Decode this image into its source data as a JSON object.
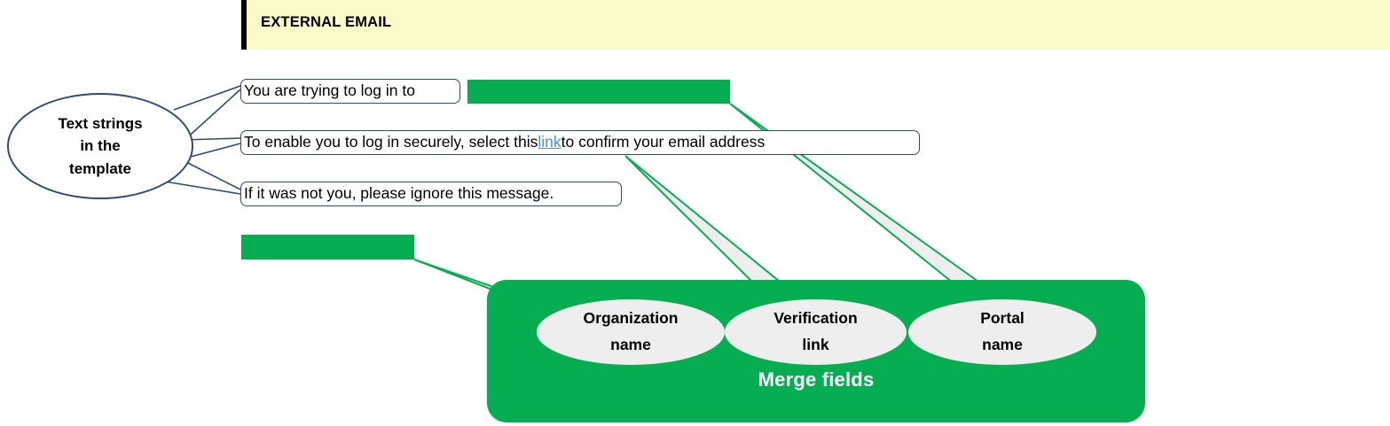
{
  "banner": {
    "label": "EXTERNAL EMAIL",
    "background_color": "#FBFBC8",
    "accent_color": "#000000"
  },
  "annotation_labels": {
    "text_strings": "Text strings\nin the\ntemplate",
    "text_strings_line1": "Text strings",
    "text_strings_line2": "in the",
    "text_strings_line3": "template"
  },
  "template_lines": [
    {
      "id": "line-1",
      "before_link": "You are trying to log in to",
      "link_text": "",
      "after_link": "",
      "merge_placeholder": "portal-name-merge-bar"
    },
    {
      "id": "line-2",
      "before_link": "To enable you to log in securely, select this ",
      "link_text": "link",
      "after_link": " to confirm your email address",
      "merge_placeholder": ""
    },
    {
      "id": "line-3",
      "before_link": "If it was not you, please ignore this message.",
      "link_text": "",
      "after_link": "",
      "merge_placeholder": ""
    }
  ],
  "merge_fields": {
    "title": "Merge fields",
    "panel_color": "#06AD51",
    "title_color": "#FFFFFF",
    "items": [
      {
        "line1": "Organization",
        "line2": "name"
      },
      {
        "line1": "Verification",
        "line2": "link"
      },
      {
        "line1": "Portal",
        "line2": "name"
      }
    ]
  },
  "colors": {
    "green": "#06AD51",
    "navy_outline": "#2E4A77",
    "link_blue": "#4A90D9",
    "ellipse_fill": "#EEEEEE",
    "banner_yellow": "#FBFBC8"
  }
}
